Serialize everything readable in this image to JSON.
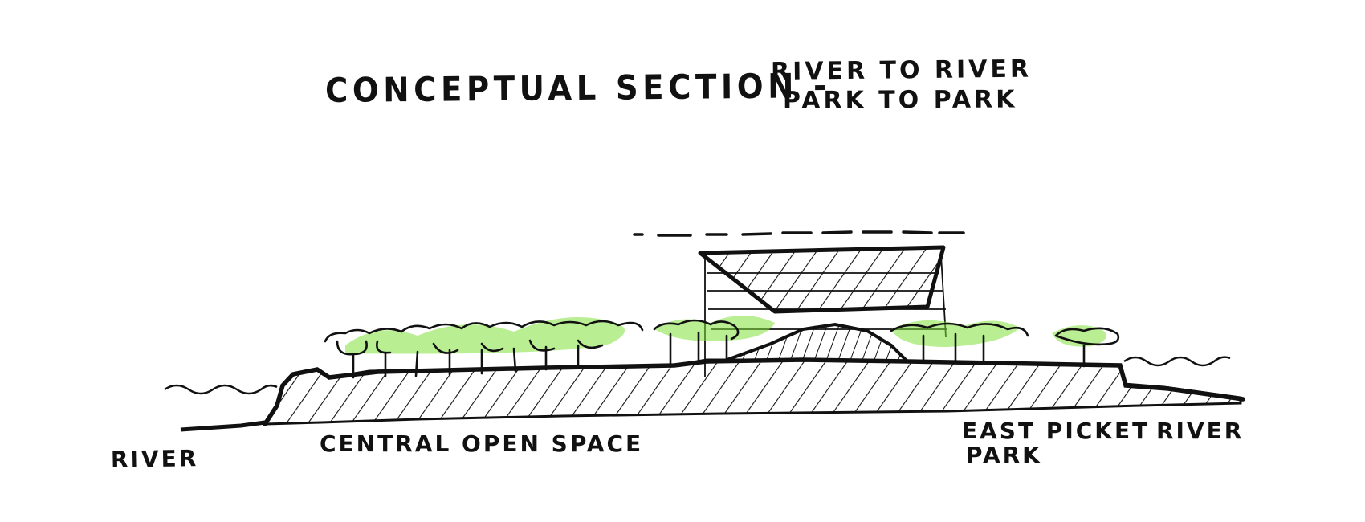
{
  "title": {
    "line1": "CONCEPTUAL SECTION -",
    "line2a": "RIVER TO RIVER",
    "line2b": "PARK TO PARK"
  },
  "labels": {
    "river_left": "RIVER",
    "central_open_space": "CENTRAL OPEN SPACE",
    "east_picket_line1": "EAST PICKET",
    "east_picket_line2": "PARK",
    "river_right": "RIVER"
  },
  "colors": {
    "ink": "#111111",
    "foliage": "#7fe03a",
    "background": "#ffffff"
  }
}
